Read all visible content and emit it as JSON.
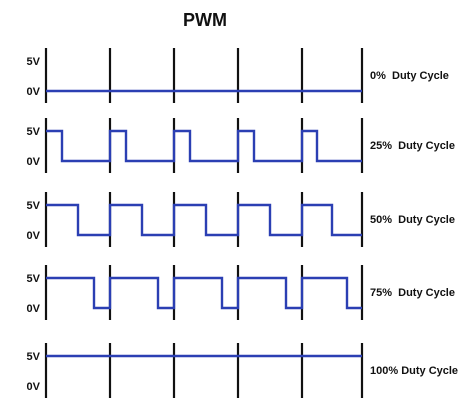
{
  "title": "PWM",
  "colors": {
    "signal": "#2b3fb3",
    "grid": "#111111",
    "text": "#111111"
  },
  "periods": 5,
  "rows": [
    {
      "high_label": "5V",
      "low_label": "0V",
      "duty": 0,
      "duty_label": "0%  Duty Cycle"
    },
    {
      "high_label": "5V",
      "low_label": "0V",
      "duty": 0.25,
      "duty_label": "25%  Duty Cycle"
    },
    {
      "high_label": "5V",
      "low_label": "0V",
      "duty": 0.5,
      "duty_label": "50%  Duty Cycle"
    },
    {
      "high_label": "5V",
      "low_label": "0V",
      "duty": 0.75,
      "duty_label": "75%  Duty Cycle"
    },
    {
      "high_label": "5V",
      "low_label": "0V",
      "duty": 1,
      "duty_label": "100% Duty Cycle"
    }
  ]
}
